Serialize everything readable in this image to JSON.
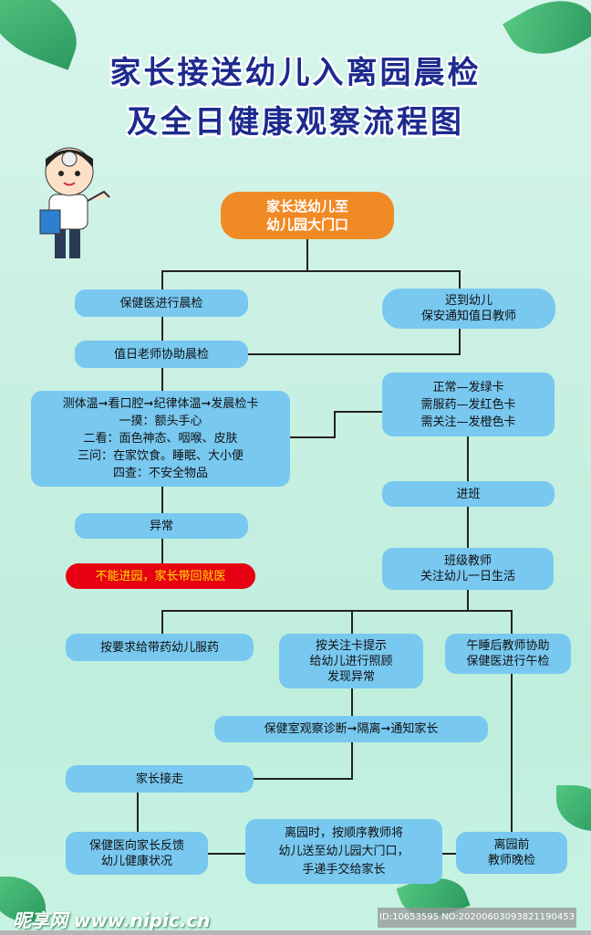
{
  "title": {
    "line1": "家长接送幼儿入离园晨检",
    "line2": "及全日健康观察流程图"
  },
  "nodes": {
    "start": [
      "家长送幼儿至",
      "幼儿园大门口"
    ],
    "doctor_check": "保健医进行晨检",
    "late": [
      "迟到幼儿",
      "保安通知值日教师"
    ],
    "duty_teacher": "值日老师协助晨检",
    "steps": [
      "测体温➞看口腔➞纪律体温➞发晨检卡",
      "一摸：额头手心",
      "二看：面色神态、咽喉、皮肤",
      "三问：在家饮食。睡眠、大小便",
      "四查：不安全物品"
    ],
    "cards": [
      "正常—发绿卡",
      "需服药—发红色卡",
      "需关注—发橙色卡"
    ],
    "enter_class": "进班",
    "abnormal": "异常",
    "refuse": "不能进园，家长带回就医",
    "class_teacher": [
      "班级教师",
      "关注幼儿一日生活"
    ],
    "medicine": "按要求给带药幼儿服药",
    "attention": [
      "按关注卡提示",
      "给幼儿进行照顾",
      "发现异常"
    ],
    "nap": [
      "午睡后教师协助",
      "保健医进行午检"
    ],
    "clinic": "保健室观察诊断➞隔离➞通知家长",
    "pickup": "家长接走",
    "feedback": [
      "保健医向家长反馈",
      "幼儿健康状况"
    ],
    "leave": [
      "离园时，按顺序教师将",
      "幼儿送至幼儿园大门口，",
      "手递手交给家长"
    ],
    "evening": [
      "离园前",
      "教师晚检"
    ]
  },
  "watermark": {
    "site": "昵享网 www.nipic.cn",
    "id": "ID:10653595 NO:20200603093821190453"
  }
}
